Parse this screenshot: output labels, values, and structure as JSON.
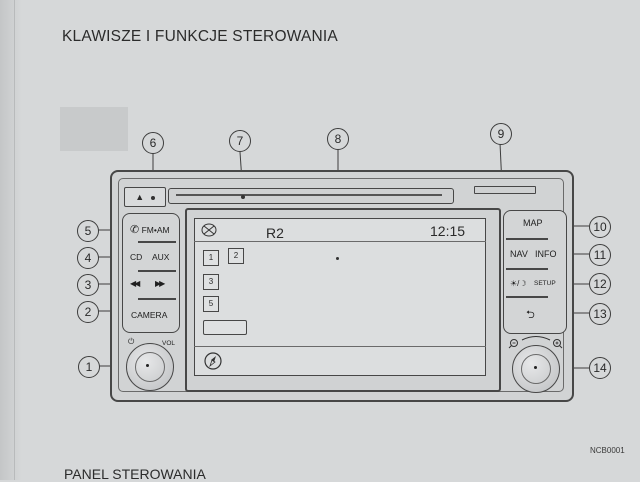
{
  "heading": "KLAWISZE I FUNKCJE STEROWANIA",
  "footer_heading": "PANEL STEROWANIA",
  "ref_code": "NCB0001",
  "callouts": [
    "1",
    "2",
    "3",
    "4",
    "5",
    "6",
    "7",
    "8",
    "9",
    "10",
    "11",
    "12",
    "13",
    "14"
  ],
  "left_buttons": {
    "fm_am": "FM•AM",
    "cd": "CD",
    "aux": "AUX",
    "prev": "◀◀",
    "next": "▶▶",
    "camera": "CAMERA"
  },
  "right_buttons": {
    "map": "MAP",
    "nav": "NAV",
    "info": "INFO",
    "brightness": "☀/☽",
    "setup": "SETUP",
    "back": "⮌"
  },
  "eject": "▲",
  "power_symbol": "⏻",
  "vol_label": "VOL",
  "screen": {
    "station": "R2",
    "clock": "12:15",
    "presets": [
      "1",
      "2",
      "3",
      "5"
    ]
  }
}
